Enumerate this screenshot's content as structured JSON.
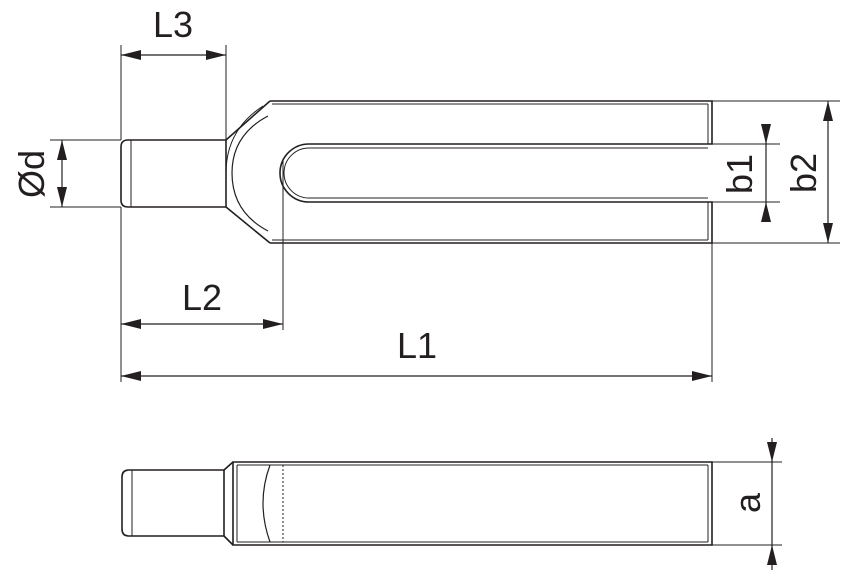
{
  "labels": {
    "L3": "L3",
    "L2": "L2",
    "L1": "L1",
    "d": "Ød",
    "b1": "b1",
    "b2": "b2",
    "a": "a"
  },
  "colors": {
    "line": "#231f20",
    "background": "#ffffff"
  }
}
